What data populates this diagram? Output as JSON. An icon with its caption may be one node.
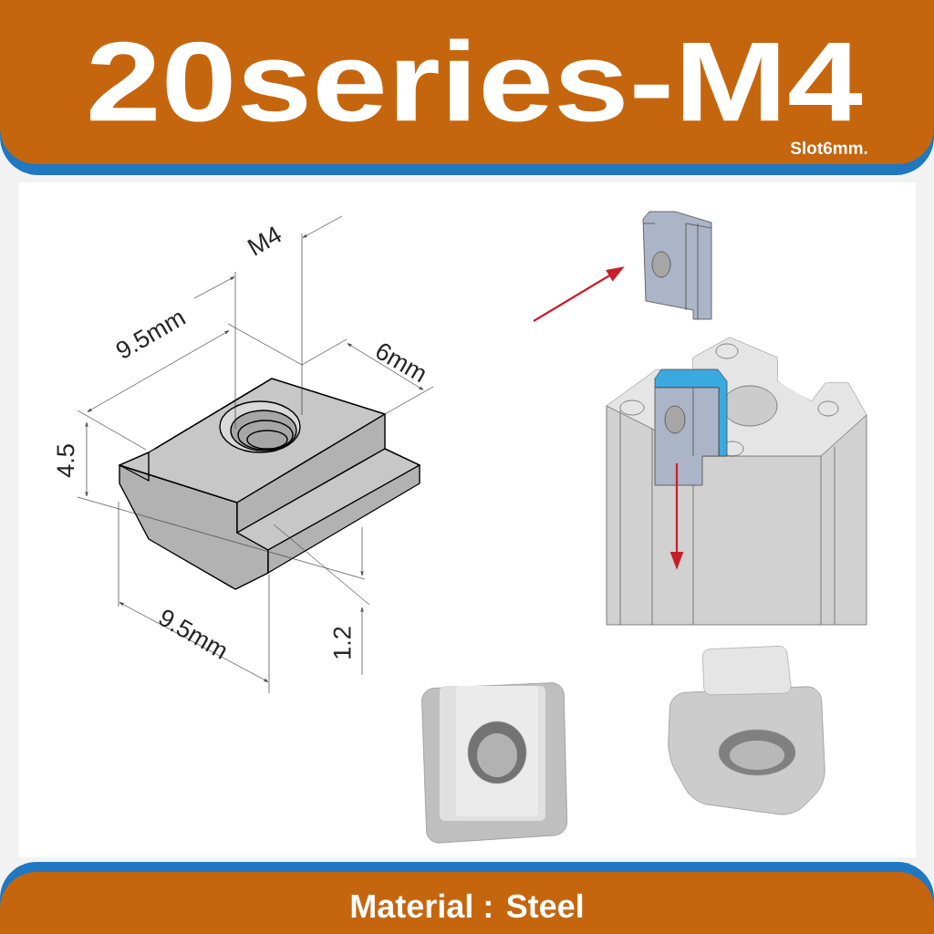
{
  "diagram": {
    "title": "20series-M4",
    "labels": [
      "Slot6mm.",
      "M4",
      "9.5mm",
      "6mm",
      "4.5",
      "9.5mm",
      "1.2",
      "Material : Steel"
    ]
  }
}
